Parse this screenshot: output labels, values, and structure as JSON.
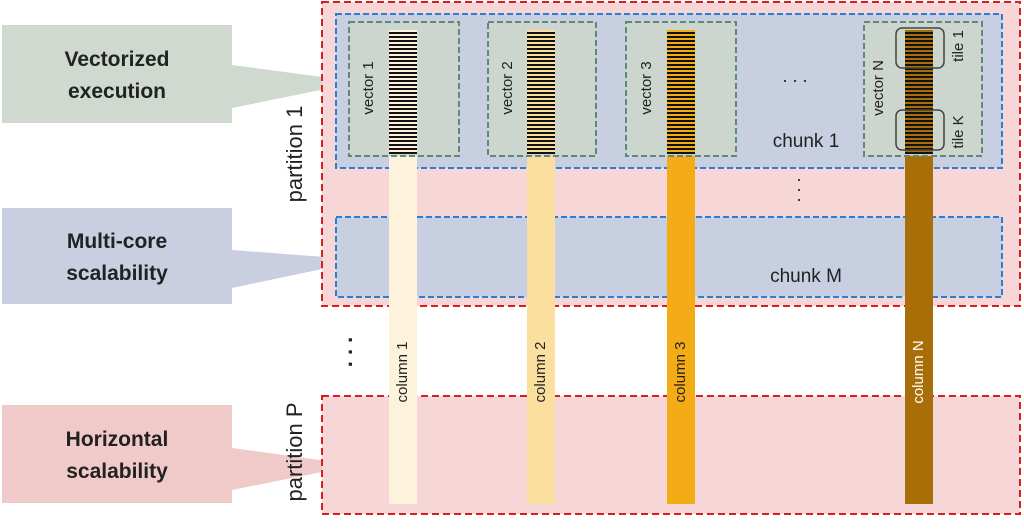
{
  "callouts": [
    {
      "line1": "Vectorized",
      "line2": "execution",
      "color": "#cfd9cf"
    },
    {
      "line1": "Multi-core",
      "line2": "scalability",
      "color": "#c9cfe0"
    },
    {
      "line1": "Horizontal",
      "line2": "scalability",
      "color": "#f0c9c9"
    }
  ],
  "partitions": [
    {
      "label": "partition 1",
      "fill": "#f6d6d6",
      "stroke": "#d62020"
    },
    {
      "label": "partition P",
      "fill": "#f6d6d6",
      "stroke": "#d62020"
    }
  ],
  "partition_ellipsis": ". . .",
  "chunks": [
    {
      "label": "chunk 1",
      "fill": "#c8cfe0",
      "stroke": "#2d7dd2"
    },
    {
      "label": "chunk M",
      "fill": "#c8cfe0",
      "stroke": "#2d7dd2"
    }
  ],
  "chunk_ellipsis": ". . .",
  "vector_ellipsis": ". . .",
  "columns": [
    {
      "label": "column 1",
      "color": "#fdf3dc"
    },
    {
      "label": "column 2",
      "color": "#fbdf9e"
    },
    {
      "label": "column 3",
      "color": "#f3ac16"
    },
    {
      "label": "column N",
      "color": "#a86e08"
    }
  ],
  "vectors": [
    {
      "label": "vector 1"
    },
    {
      "label": "vector 2"
    },
    {
      "label": "vector 3"
    },
    {
      "label": "vector N"
    }
  ],
  "tiles": [
    {
      "label": "tile 1"
    },
    {
      "label": "tile K"
    }
  ],
  "vector_box_fill": "#cdd6cc",
  "vector_box_stroke": "#5f8a7a"
}
